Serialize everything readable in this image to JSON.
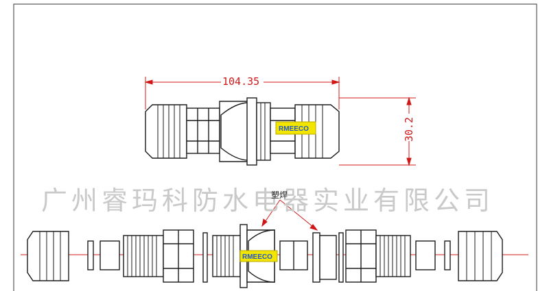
{
  "dimensions": {
    "length": "104.35",
    "height": "30.2"
  },
  "watermark": "广州睿玛科防水电器实业有限公司",
  "callout": "塑焊",
  "brand": "RMEECO",
  "colors": {
    "dimension": "#d01818",
    "outline": "#1a1a1a",
    "logo_bg": "#f2e600",
    "logo_text": "#2255cc",
    "watermark": "#c9c9c9"
  }
}
